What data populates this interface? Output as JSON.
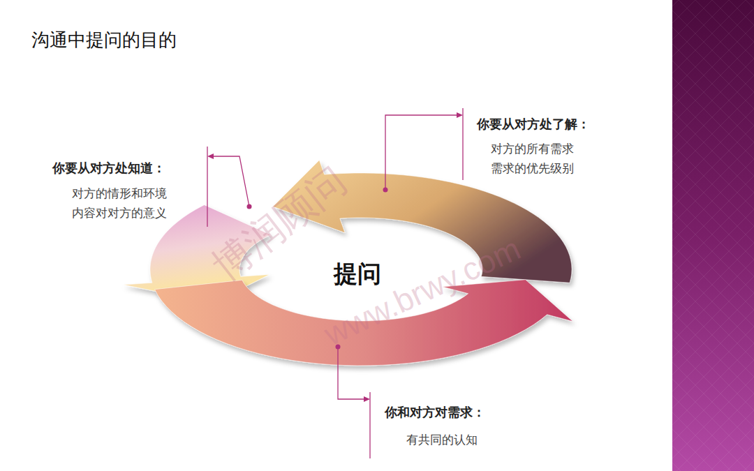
{
  "diagram": {
    "title": "沟通中提问的目的",
    "labels": [
      "提问",
      "你要从对方处知道：",
      "对方的情形和环境",
      "内容对对方的意义",
      "你要从对方处了解：",
      "对方的所有需求",
      "需求的优先级别",
      "你和对方对需求：",
      "有共同的认知",
      "博润顾问",
      "www.brwy.com"
    ]
  }
}
